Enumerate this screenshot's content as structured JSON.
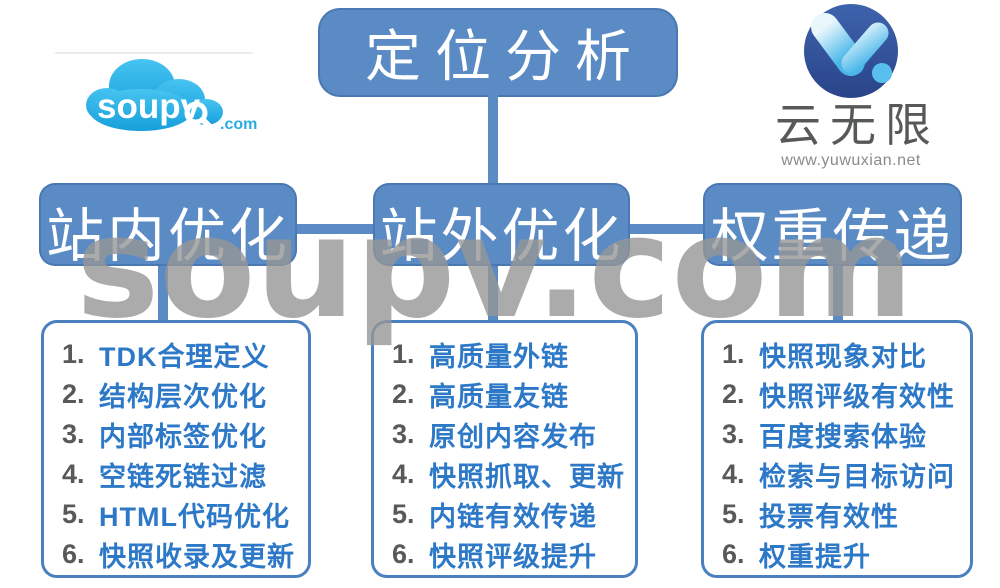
{
  "colors": {
    "node_blue": "#5b8bc4",
    "list_border_blue": "#4a80c0",
    "list_text_blue": "#2d79c7",
    "list_number_gray": "#58595b",
    "watermark_gray": "#969696",
    "cloud_blue": "#29abe2",
    "yun_circle_blue": "#34539d",
    "yun_splash_blue": "#55bdec"
  },
  "watermark": {
    "text": "soupv.com"
  },
  "logos": {
    "soupv": {
      "name": "soupv",
      "tld": ".com"
    },
    "yuwuxian": {
      "title": "云无限",
      "url": "www.yuwuxian.net"
    }
  },
  "diagram": {
    "root": {
      "label": "定位分析"
    },
    "branches": [
      {
        "label": "站内优化",
        "items": [
          {
            "num": "1.",
            "text": "TDK合理定义"
          },
          {
            "num": "2.",
            "text": "结构层次优化"
          },
          {
            "num": "3.",
            "text": "内部标签优化"
          },
          {
            "num": "4.",
            "text": "空链死链过滤"
          },
          {
            "num": "5.",
            "text": "HTML代码优化"
          },
          {
            "num": "6.",
            "text": "快照收录及更新"
          }
        ]
      },
      {
        "label": "站外优化",
        "items": [
          {
            "num": "1.",
            "text": "高质量外链"
          },
          {
            "num": "2.",
            "text": "高质量友链"
          },
          {
            "num": "3.",
            "text": "原创内容发布"
          },
          {
            "num": "4.",
            "text": "快照抓取、更新"
          },
          {
            "num": "5.",
            "text": "内链有效传递"
          },
          {
            "num": "6.",
            "text": "快照评级提升"
          }
        ]
      },
      {
        "label": "权重传递",
        "items": [
          {
            "num": "1.",
            "text": "快照现象对比"
          },
          {
            "num": "2.",
            "text": "快照评级有效性"
          },
          {
            "num": "3.",
            "text": "百度搜索体验"
          },
          {
            "num": "4.",
            "text": "检索与目标访问"
          },
          {
            "num": "5.",
            "text": "投票有效性"
          },
          {
            "num": "6.",
            "text": "权重提升"
          }
        ]
      }
    ]
  }
}
